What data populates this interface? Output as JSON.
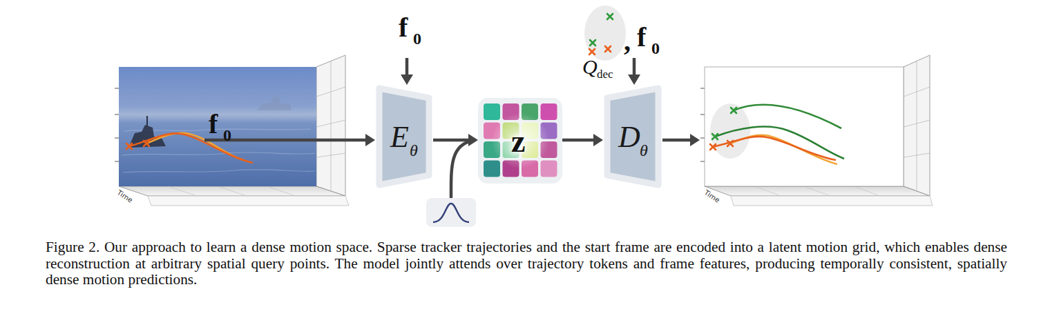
{
  "diagram": {
    "caption": "Figure 2. Our approach to learn a dense motion space. Sparse tracker trajectories and the start frame are encoded into a latent motion grid, which enables dense reconstruction at arbitrary spatial query points. The model jointly attends over trajectory tokens and frame features, producing temporally consistent, spatially dense motion predictions.",
    "nodes": [
      {
        "text": [
          "Time"
        ]
      },
      {
        "text": [
          "E",
          "θ"
        ]
      },
      {
        "text": [
          "z"
        ]
      },
      {
        "text": [
          "D",
          "θ"
        ]
      },
      {
        "text": [
          "Time"
        ]
      }
    ],
    "edges": [
      {
        "from": 0,
        "to": 1,
        "arrow": "to"
      },
      {
        "from": 1,
        "to": 2,
        "arrow": "to"
      },
      {
        "from": 2,
        "to": 3,
        "arrow": "to"
      },
      {
        "from": 3,
        "to": 4,
        "arrow": "to"
      }
    ],
    "labels": [
      "f",
      "0",
      "Q",
      "dec",
      ",",
      "f",
      "0",
      "f",
      "0"
    ]
  }
}
